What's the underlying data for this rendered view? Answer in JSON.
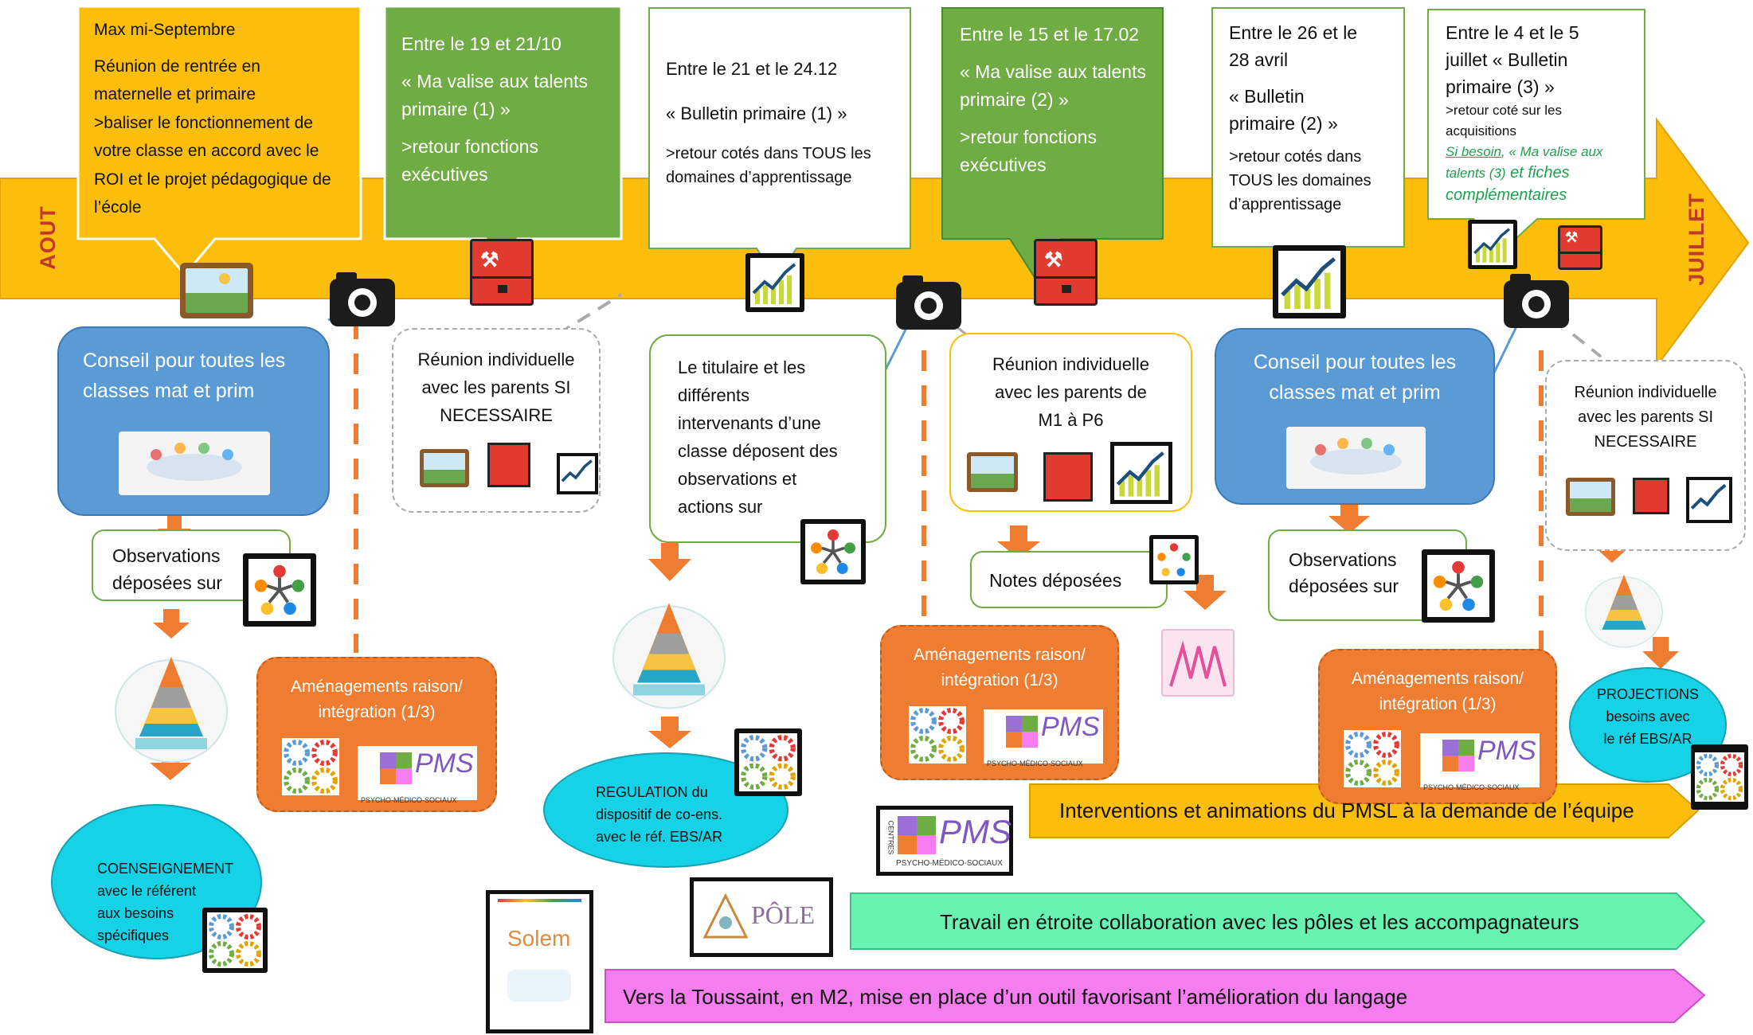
{
  "timeline": {
    "start_label": "AOUT",
    "end_label": "JUILLET",
    "colors": {
      "arrow": "#fbbe0c",
      "green": "#6fac43",
      "blue": "#5b9bd5",
      "orange": "#ee7d31",
      "cyan": "#15d3e8",
      "mint": "#68f3b2",
      "pink": "#f57df0"
    }
  },
  "top_callouts": {
    "c1": {
      "title": "Max mi-Septembre",
      "body1": "Réunion de rentrée en",
      "body2": "maternelle et primaire",
      "body3": ">baliser le fonctionnement de",
      "body4": "votre classe en accord avec le",
      "body5": "ROI et le projet pédagogique de",
      "body6": "l’école"
    },
    "c2": {
      "line1": "Entre le 19 et 21/10",
      "line2": "« Ma valise aux talents",
      "line3": "primaire (1) »",
      "line4": ">retour fonctions",
      "line5": "exécutives"
    },
    "c3": {
      "line1": "Entre le 21 et le 24.12",
      "line2": "« Bulletin primaire (1) »",
      "line3": ">retour cotés dans TOUS les",
      "line4": "domaines d’apprentissage"
    },
    "c4": {
      "line1": "Entre le 15 et le 17.02",
      "line2": "« Ma valise aux talents",
      "line3": "primaire (2) »",
      "line4": ">retour fonctions",
      "line5": "exécutives"
    },
    "c5": {
      "line1": "Entre le 26 et le",
      "line2": "28 avril",
      "line3": "« Bulletin",
      "line4": "primaire (2) »",
      "line5": ">retour cotés dans",
      "line6": "TOUS les domaines",
      "line7": "d’apprentissage"
    },
    "c6": {
      "line1": "Entre le 4 et le 5",
      "line2": "juillet « Bulletin",
      "line3": "primaire (3) »",
      "line4": ">retour coté sur les",
      "line5": "acquisitions",
      "line6a": "Si besoin",
      "line6b": ", « Ma valise aux",
      "line7": "talents (3)",
      "line7b": " et fiches",
      "line8": "complémentaires"
    }
  },
  "bottom_boxes": {
    "conseil1": {
      "line1": "Conseil pour toutes les",
      "line2": "classes mat et prim"
    },
    "obs1": {
      "line1": "Observations",
      "line2": "déposées sur"
    },
    "coens": {
      "line1": "COENSEIGNEMENT",
      "line2": "avec le référent",
      "line3": "aux besoins",
      "line4": "spécifiques"
    },
    "amen1": {
      "line1": "Aménagements raison/",
      "line2": "intégration (1/3)"
    },
    "reunion1": {
      "line1": "Réunion individuelle",
      "line2": "avec les parents SI",
      "line3": "NECESSAIRE"
    },
    "titulaire": {
      "line1": "Le titulaire et les",
      "line2": "différents",
      "line3": "intervenants d’une",
      "line4": "classe déposent des",
      "line5": "observations et",
      "line6": "actions sur"
    },
    "regulation": {
      "line1": "REGULATION du",
      "line2": "dispositif de co-ens.",
      "line3": "avec le réf. EBS/AR"
    },
    "reunion2": {
      "line1": "Réunion individuelle",
      "line2": "avec les parents de",
      "line3": "M1 à P6"
    },
    "notes": {
      "line1": "Notes déposées"
    },
    "amen2": {
      "line1": "Aménagements raison/",
      "line2": "intégration (1/3)"
    },
    "conseil2": {
      "line1": "Conseil pour toutes les",
      "line2": "classes mat et prim"
    },
    "obs2": {
      "line1": "Observations",
      "line2": "déposées sur"
    },
    "amen3": {
      "line1": "Aménagements raison/",
      "line2": "intégration (1/3)"
    },
    "reunion3": {
      "line1": "Réunion individuelle",
      "line2": "avec les parents SI",
      "line3": "NECESSAIRE"
    },
    "projections": {
      "line1": "PROJECTIONS",
      "line2": "besoins avec",
      "line3": "le réf EBS/AR"
    }
  },
  "banners": {
    "pmsl": "Interventions et animations du PMSL à la demande de l’équipe",
    "poles": "Travail en étroite collaboration avec les pôles et les accompagnateurs",
    "toussaint": "Vers la Toussaint, en M2, mise en place d’un outil favorisant l’amélioration du langage"
  },
  "logos": {
    "pms_letters": "PMS",
    "pms_side": "CENTRES",
    "pms_sub": "PSYCHO-MÉDICO-SOCIAUX",
    "pole": "PÔLE",
    "solem": "Solem"
  },
  "icons": [
    "picture-icon",
    "camera-icon",
    "toolbox-icon",
    "chart-up-icon",
    "people-network-icon",
    "pyramid-icon",
    "gears-icon",
    "meeting-icon",
    "hands-icon"
  ]
}
